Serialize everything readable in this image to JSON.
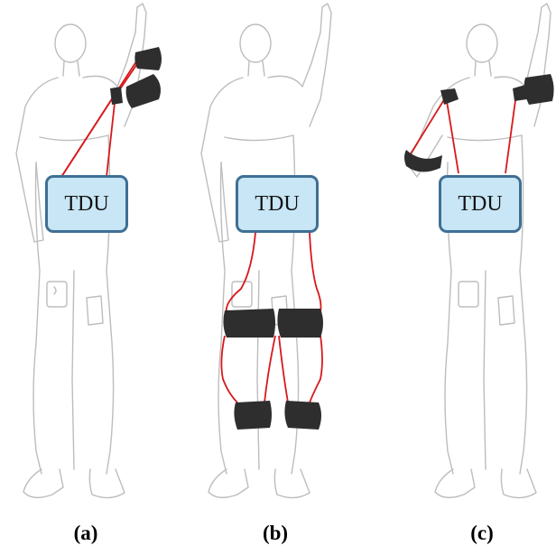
{
  "panels": [
    {
      "caption": "(a)",
      "device_label": "TDU",
      "wearable_placement": "right arm"
    },
    {
      "caption": "(b)",
      "device_label": "TDU",
      "wearable_placement": "both legs"
    },
    {
      "caption": "(c)",
      "device_label": "TDU",
      "wearable_placement": "both upper arms"
    }
  ],
  "colors": {
    "device_fill": "#c8e6f5",
    "device_border": "#3f6f94",
    "band_fill": "#2e2e2e",
    "connector": "#d7191c",
    "figure_outline": "#bdbdbd"
  }
}
